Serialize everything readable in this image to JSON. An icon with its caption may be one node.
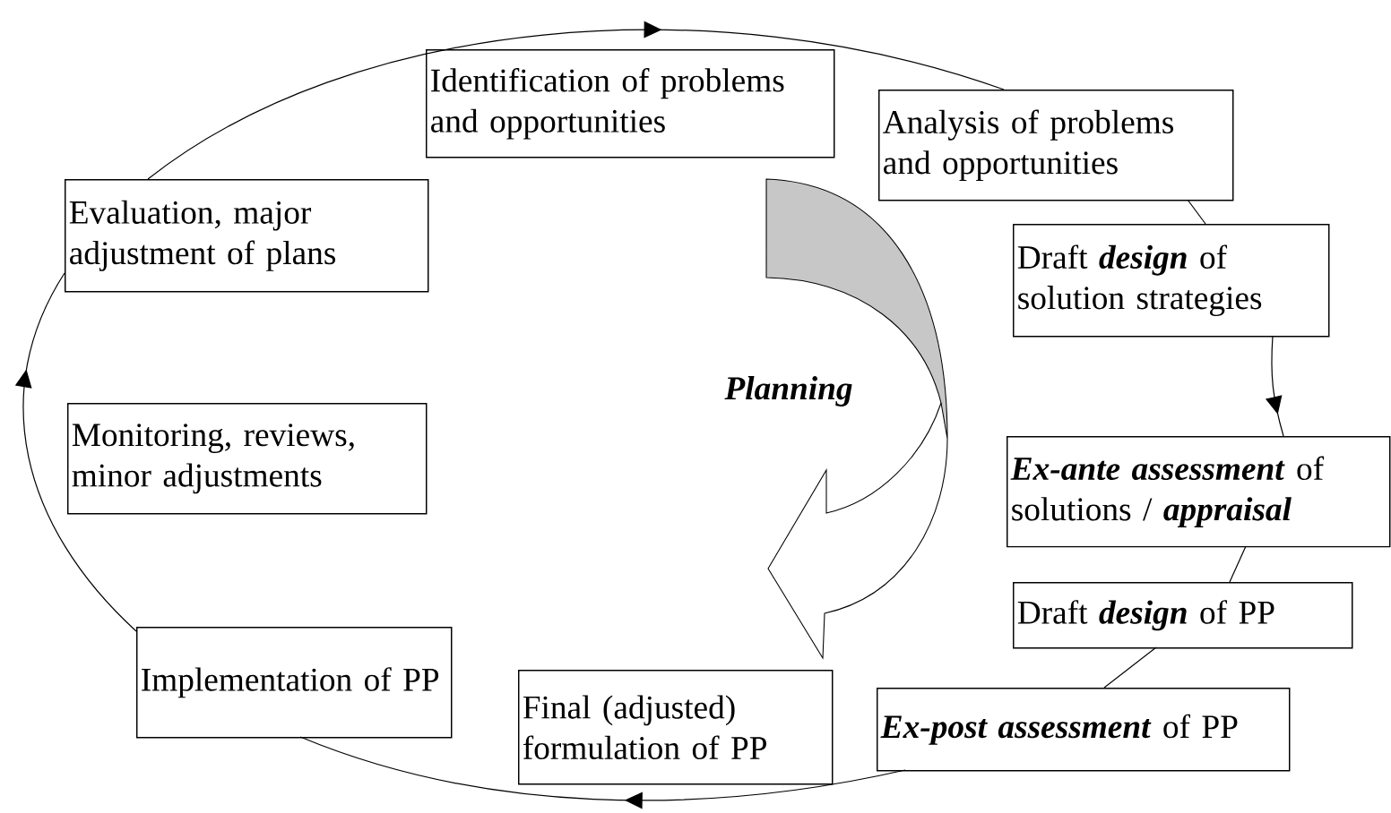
{
  "diagram": {
    "nodes": [
      {
        "text": [
          "Identification of problems and opportunities"
        ]
      },
      {
        "text": [
          "Analysis of problems and opportunities"
        ]
      },
      {
        "text": [
          "Evaluation, major adjustment of plans"
        ]
      },
      {
        "text": [
          "Draft **design** of solution strategies"
        ]
      },
      {
        "text": [
          "Monitoring, reviews, minor adjustments"
        ]
      },
      {
        "text": [
          "**Ex-ante assessment** of solutions / **appraisal**"
        ]
      },
      {
        "text": [
          "Draft **design** of PP"
        ]
      },
      {
        "text": [
          "Implementation of PP"
        ]
      },
      {
        "text": [
          "Final (adjusted) formulation of PP"
        ]
      },
      {
        "text": [
          "**Ex-post assessment** of PP"
        ]
      }
    ],
    "edges": [
      {
        "from": 2,
        "to": 1,
        "arrow": "to"
      },
      {
        "from": 1,
        "to": 3,
        "arrow": "none"
      },
      {
        "from": 3,
        "to": 5,
        "arrow": "to"
      },
      {
        "from": 5,
        "to": 6,
        "arrow": "none"
      },
      {
        "from": 6,
        "to": 9,
        "arrow": "none"
      },
      {
        "from": 9,
        "to": 7,
        "arrow": "to"
      },
      {
        "from": 7,
        "to": 2,
        "arrow": "to"
      }
    ],
    "labels": [
      "Planning"
    ]
  }
}
